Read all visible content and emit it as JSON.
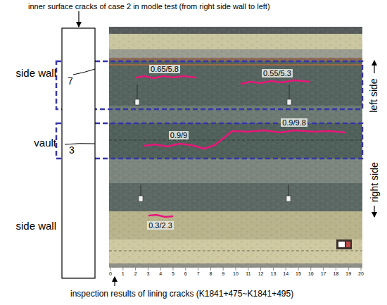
{
  "diagram": {
    "title": "inner surface cracks of case 2 in modle test (from right side wall to left)",
    "caption": "inspection results of lining cracks (K1841+475~K1841+495)",
    "labels": [
      "side wall",
      "vault",
      "side wall",
      "7",
      "3",
      "0.65/5.8",
      "0.55/5.3",
      "0.9/9",
      "0.9/9.8",
      "0.3/2.3",
      "left side",
      "right side",
      "0",
      "1",
      "2",
      "3",
      "4",
      "5",
      "6",
      "7",
      "8",
      "9",
      "10",
      "11",
      "12",
      "13",
      "14",
      "15",
      "16",
      "17",
      "18",
      "19",
      "20"
    ]
  }
}
